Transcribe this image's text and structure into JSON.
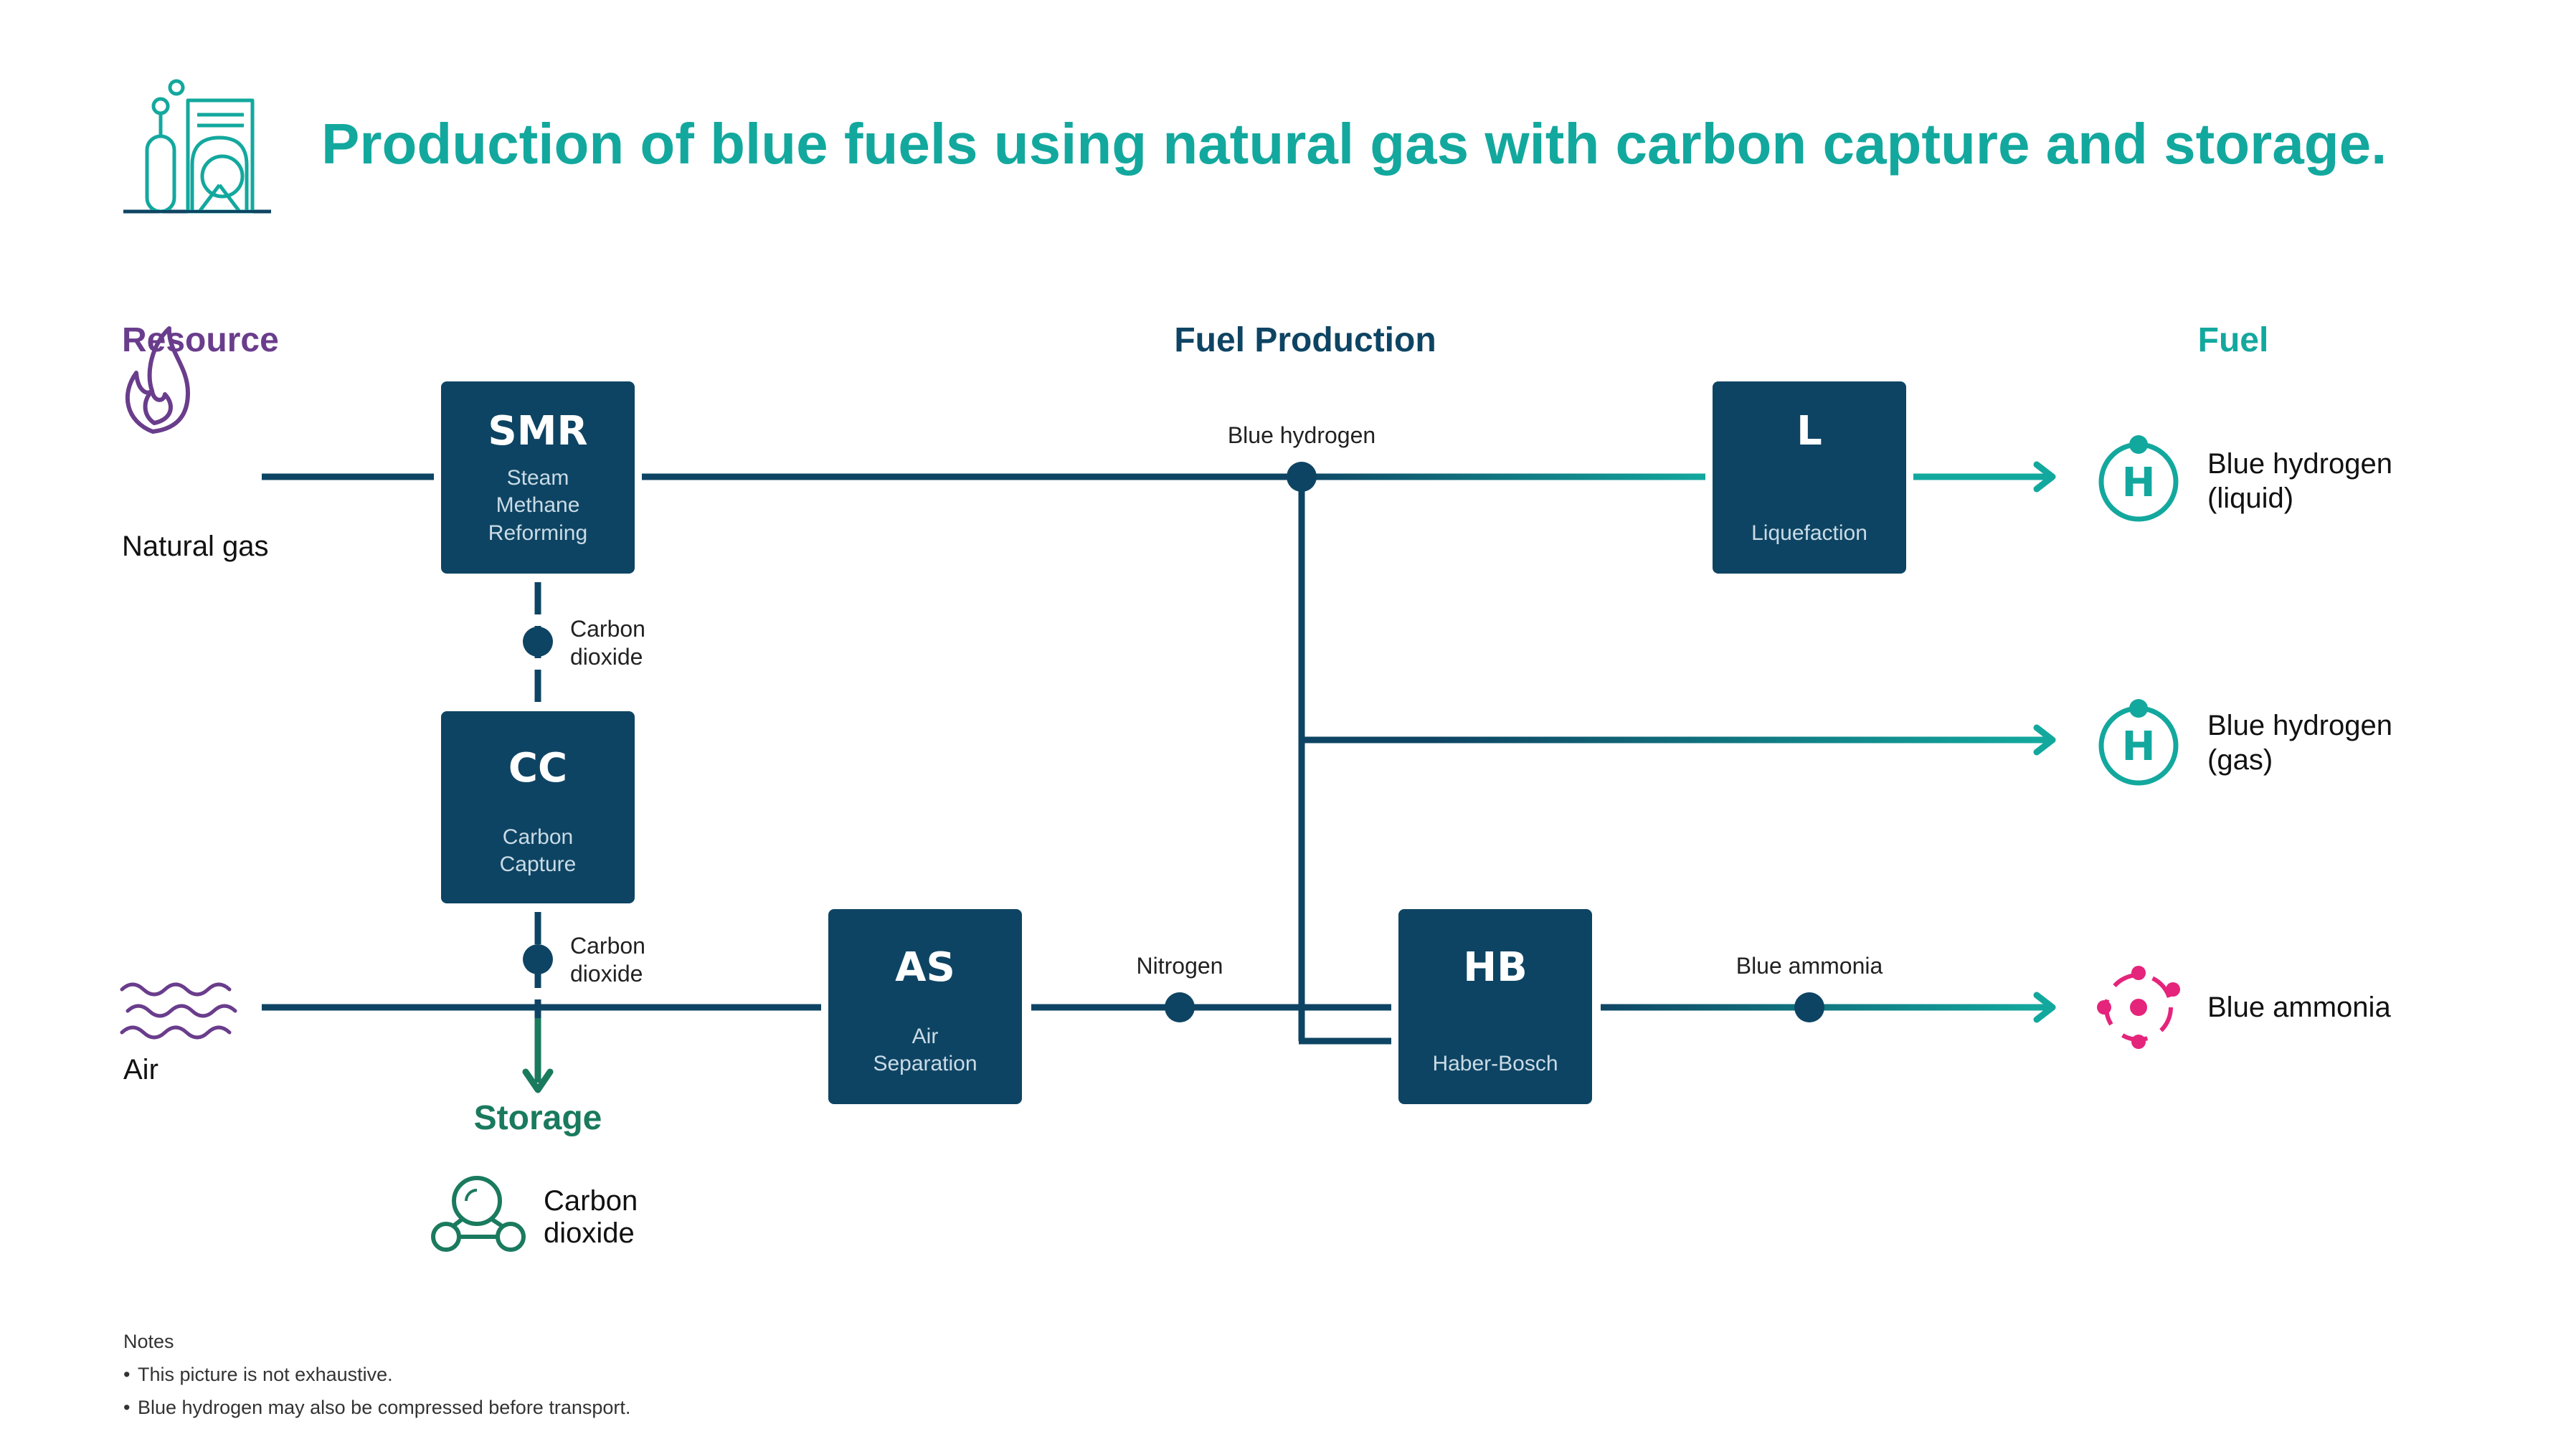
{
  "title": "Production of blue fuels using natural gas with carbon capture and storage.",
  "colors": {
    "navy": "#0e4463",
    "teal": "#13a89e",
    "purple": "#6a3d8c",
    "green": "#1a7a5e",
    "pink": "#e5247b",
    "text": "#111111",
    "muted": "#333333"
  },
  "icons": {
    "header": "refinery-icon",
    "natural_gas": "flame-icon",
    "air": "air-waves-icon",
    "storage": "molecule-icon",
    "hydrogen": "hydrogen-atom-icon",
    "ammonia": "ammonia-atom-icon"
  },
  "columns": {
    "resource": "Resource",
    "production": "Fuel Production",
    "fuel": "Fuel"
  },
  "resources": {
    "natural_gas": "Natural gas",
    "air": "Air"
  },
  "processes": {
    "smr": {
      "code": "SMR",
      "line1": "Steam",
      "line2": "Methane",
      "line3": "Reforming"
    },
    "cc": {
      "code": "CC",
      "line1": "Carbon",
      "line2": "Capture"
    },
    "as": {
      "code": "AS",
      "line1": "Air",
      "line2": "Separation"
    },
    "hb": {
      "code": "HB",
      "line1": "Haber-Bosch"
    },
    "l": {
      "code": "L",
      "line1": "Liquefaction"
    }
  },
  "flows": {
    "blue_hydrogen": "Blue hydrogen",
    "nitrogen": "Nitrogen",
    "blue_ammonia": "Blue ammonia",
    "co2_1_line1": "Carbon",
    "co2_1_line2": "dioxide",
    "co2_2_line1": "Carbon",
    "co2_2_line2": "dioxide"
  },
  "storage": {
    "label": "Storage",
    "item_line1": "Carbon",
    "item_line2": "dioxide"
  },
  "fuels": {
    "h_liquid_line1": "Blue hydrogen",
    "h_liquid_line2": "(liquid)",
    "h_gas_line1": "Blue hydrogen",
    "h_gas_line2": "(gas)",
    "ammonia": "Blue ammonia",
    "h_symbol": "H"
  },
  "notes": {
    "heading": "Notes",
    "items": [
      "This picture is not exhaustive.",
      "Blue hydrogen may also be compressed before transport."
    ]
  }
}
